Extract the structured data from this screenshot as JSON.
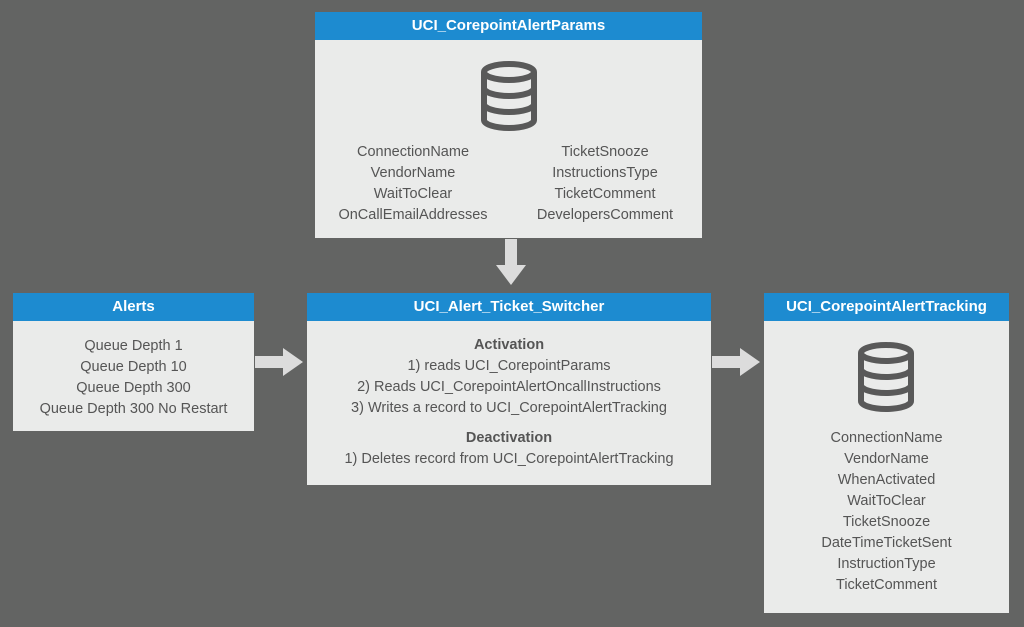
{
  "params_box": {
    "title": "UCI_CorepointAlertParams",
    "left_fields": [
      "ConnectionName",
      "VendorName",
      "WaitToClear",
      "OnCallEmailAddresses"
    ],
    "right_fields": [
      "TicketSnooze",
      "InstructionsType",
      "TicketComment",
      "DevelopersComment"
    ]
  },
  "alerts_box": {
    "title": "Alerts",
    "items": [
      "Queue Depth 1",
      "Queue Depth 10",
      "Queue Depth 300",
      "Queue Depth 300 No Restart"
    ]
  },
  "switcher_box": {
    "title": "UCI_Alert_Ticket_Switcher",
    "activation_heading": "Activation",
    "activation_steps": [
      "1) reads UCI_CorepointParams",
      "2) Reads UCI_CorepointAlertOncallInstructions",
      "3) Writes a record to UCI_CorepointAlertTracking"
    ],
    "deactivation_heading": "Deactivation",
    "deactivation_steps": [
      "1) Deletes record from UCI_CorepointAlertTracking"
    ]
  },
  "tracking_box": {
    "title": "UCI_CorepointAlertTracking",
    "fields": [
      "ConnectionName",
      "VendorName",
      "WhenActivated",
      "WaitToClear",
      "TicketSnooze",
      "DateTimeTicketSent",
      "InstructionType",
      "TicketComment"
    ]
  },
  "icons": {
    "params_db": "database-icon",
    "tracking_db": "database-icon",
    "arrow_down": "arrow-down-icon",
    "arrow_right": "arrow-right-icon"
  },
  "colors": {
    "background": "#636463",
    "header": "#1d8bd0",
    "box": "#eaebea",
    "text": "#555555",
    "arrow": "#dcdcdc"
  }
}
